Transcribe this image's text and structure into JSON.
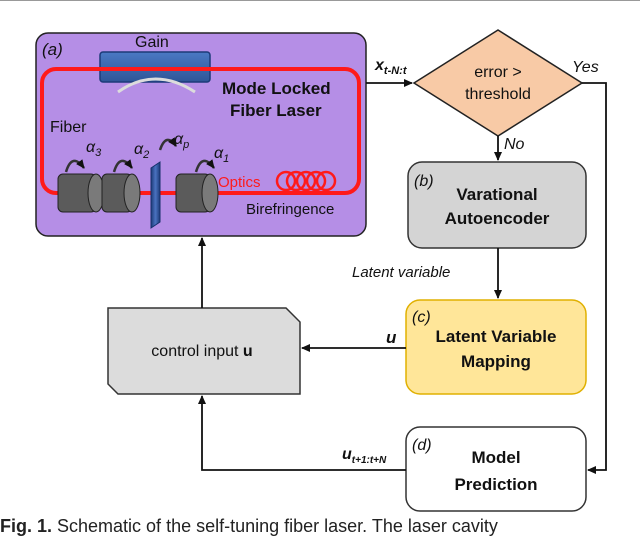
{
  "laser": {
    "label": "(a)",
    "gain": "Gain",
    "title_line1": "Mode Locked",
    "title_line2": "Fiber Laser",
    "fiber": "Fiber",
    "optics": "Optics",
    "birefringence": "Birefringence",
    "alpha": "α",
    "sub_3": "3",
    "sub_2": "2",
    "sub_p": "p",
    "sub_1": "1"
  },
  "decision": {
    "line1": "error >",
    "line2": "threshold",
    "yes": "Yes",
    "no": "No"
  },
  "state_label": {
    "main": "x",
    "sub": "t-N:t"
  },
  "vae": {
    "label": "(b)",
    "line1": "Varational",
    "line2": "Autoencoder"
  },
  "latent_variable_label": "Latent variable",
  "mapping": {
    "label": "(c)",
    "line1": "Latent Variable",
    "line2": "Mapping"
  },
  "u_label": "u",
  "control": {
    "text": "control input ",
    "bold": "u"
  },
  "prediction": {
    "label": "(d)",
    "line1": "Model",
    "line2": "Prediction"
  },
  "future_u_label": {
    "main": "u",
    "sub": "t+1:t+N"
  },
  "caption": {
    "label": "Fig. 1.",
    "text": " Schematic of the self-tuning fiber laser. The laser cavity"
  },
  "colors": {
    "laser_bg": "#b58ee6",
    "red_loop": "#ff1a1a",
    "decision_fill": "#f8caa6",
    "vae_fill": "#d4d4d4",
    "mapping_fill": "#ffe699",
    "mapping_stroke": "#e0b000",
    "gray_fill": "#dcdcdc"
  }
}
